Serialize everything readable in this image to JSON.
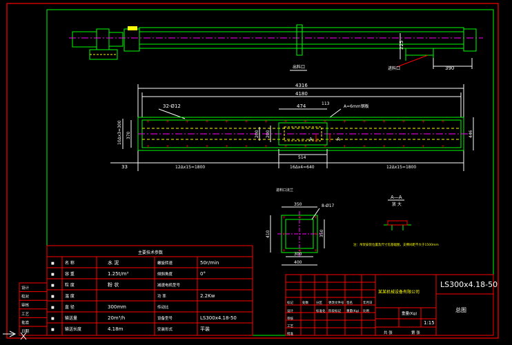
{
  "title_block": {
    "drawing_no": "LS300x4.18-50",
    "drawing_name": "总图",
    "company": "某某机械设备有限公司",
    "scale": "1:15",
    "weight_label": "重量(Kg)",
    "ratio_label": "比例",
    "sheet_label": "共 张",
    "sheet_label2": "第 张"
  },
  "parameters": {
    "header": "主要技术参数",
    "rows": [
      {
        "k1": "名 称",
        "v1": "水 泥",
        "k2": "螺旋转速",
        "v2": "50r/min"
      },
      {
        "k1": "容 重",
        "v1": "1.25t/m³",
        "k2": "倾斜角度",
        "v2": "0°"
      },
      {
        "k1": "粒 度",
        "v1": "粉 状",
        "k2": "减速电机型号",
        "v2": ""
      },
      {
        "k1": "温 度",
        "v1": "",
        "k2": "功 率",
        "v2": "2.2Kw"
      },
      {
        "k1": "直 径",
        "v1": "300mm",
        "k2": "传动比",
        "v2": ""
      },
      {
        "k1": "输送量",
        "v1": "20m³/h",
        "k2": "设备型号",
        "v2": "LS300x4.18-50"
      },
      {
        "k1": "输送长度",
        "v1": "4.18m",
        "k2": "安装形式",
        "v2": "平装"
      }
    ]
  },
  "dimensions": {
    "overall": "4316",
    "inner": "4180",
    "mid": "474",
    "small": "113",
    "bolt_spec": "32-Ø12",
    "left_pitch": "12Δx15=1800",
    "centre_pitch": "16Δx4=640",
    "right_pitch": "12Δx15=1800",
    "span": "514",
    "offset": "33",
    "height_total": "446",
    "height_inner": "370",
    "height_side": "10Δx3=300",
    "height_small": "200",
    "small_v": "200",
    "section_a": "A",
    "top_side_dim": "390",
    "top_height": "225",
    "note_top_label": "出料口",
    "note_inlet": "进料口",
    "hole_label": "A=6mm钢板",
    "flange_title": "进料口法兰",
    "flange_width": "350",
    "flange_holes": "8-Ø17",
    "flange_height": "410",
    "flange_side": "350",
    "flange_inner": "300",
    "flange_bottom": "400",
    "section_title": "A—A",
    "section_sub": "放 大",
    "note": "注：吊架安装位置及尺寸见基础图，支撑间距不大于1500mm"
  },
  "revision_table": {
    "headers": [
      "标记",
      "处数",
      "分区",
      "更改文件号",
      "签名",
      "年月日"
    ],
    "rows2": [
      "设计",
      "标准化",
      "阶段标记",
      "重量(Kg)",
      "比例"
    ],
    "rows3": [
      "审核",
      "工艺",
      "批准"
    ]
  },
  "side_labels": [
    "设计",
    "校对",
    "审核",
    "工艺",
    "批准",
    "日期"
  ],
  "colors": {
    "frame": "#ff0000",
    "border": "#00ff00",
    "table": "#ff0000",
    "text": "#ffffff",
    "dim": "#ffffff",
    "centre": "#ff00ff",
    "hidden": "#ffff00"
  }
}
